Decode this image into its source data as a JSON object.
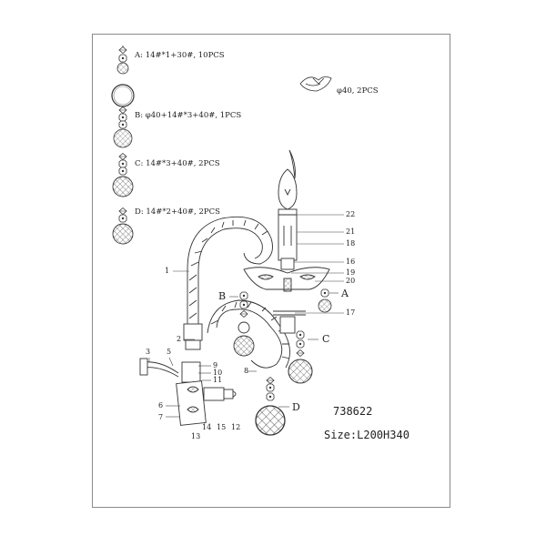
{
  "parts_list": [
    {
      "id": "A",
      "text": "A: 14#*1+30#, 10PCS"
    },
    {
      "id": "B",
      "text": "B: φ40+14#*3+40#, 1PCS"
    },
    {
      "id": "C",
      "text": "C: 14#*3+40#, 2PCS"
    },
    {
      "id": "D",
      "text": "D: 14#*2+40#, 2PCS"
    }
  ],
  "bobeche_note": "φ40, 2PCS",
  "callouts": [
    "22",
    "21",
    "18",
    "16",
    "19",
    "20",
    "A",
    "17",
    "C",
    "D",
    "B",
    "1",
    "2",
    "3",
    "5",
    "6",
    "7",
    "8",
    "9",
    "10",
    "11",
    "13",
    "14",
    "15",
    "12"
  ],
  "model_number": "738622",
  "size_text": "Size:L200H340"
}
